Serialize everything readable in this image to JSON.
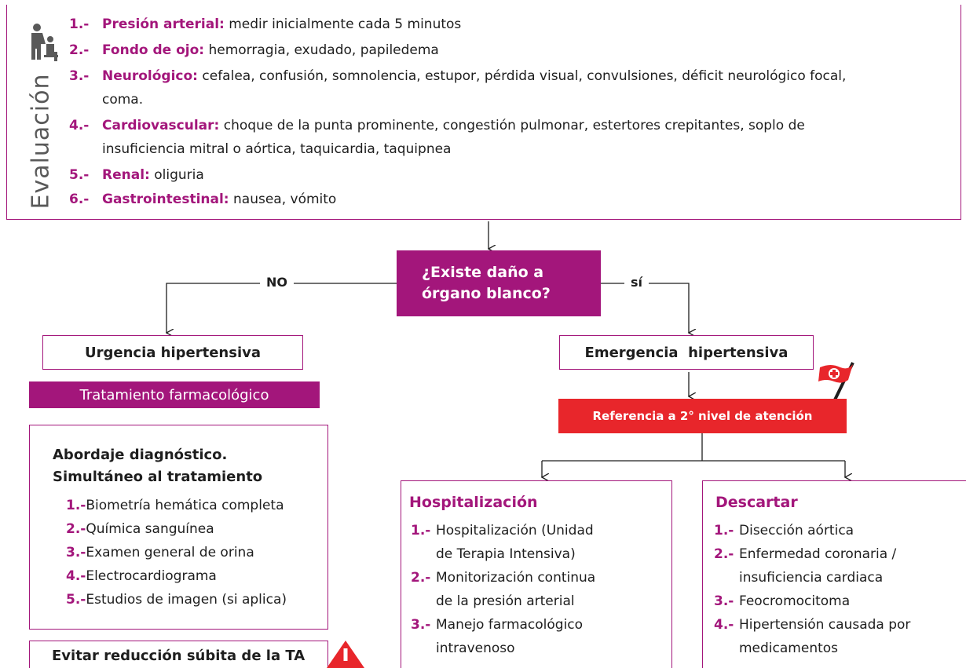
{
  "evaluation": {
    "vertical_label": "Evaluación",
    "items": [
      {
        "num": "1.-",
        "title": "Presión arterial:",
        "text": "medir inicialmente cada 5 minutos"
      },
      {
        "num": "2.-",
        "title": "Fondo de ojo:",
        "text": "hemorragia, exudado, papiledema"
      },
      {
        "num": "3.-",
        "title": "Neurológico:",
        "text": "cefalea, confusión, somnolencia, estupor, pérdida visual, convulsiones, déficit neurológico focal,",
        "cont": "coma."
      },
      {
        "num": "4.-",
        "title": "Cardiovascular:",
        "text": "choque de la punta prominente, congestión pulmonar, estertores crepitantes, soplo de",
        "cont": "insuficiencia mitral o aórtica, taquicardia, taquipnea"
      },
      {
        "num": "5.-",
        "title": "Renal:",
        "text": "oliguria"
      },
      {
        "num": "6.-",
        "title": "Gastrointestinal:",
        "text": "nausea, vómito"
      }
    ]
  },
  "decision": {
    "question_line1": "¿Existe daño a",
    "question_line2": "órgano blanco?",
    "no_label": "NO",
    "yes_label": "sí"
  },
  "left": {
    "urgencia": "Urgencia hipertensiva",
    "tratamiento": "Tratamiento farmacológico",
    "abordaje_title1": "Abordaje diagnóstico.",
    "abordaje_title2": "Simultáneo al tratamiento",
    "abordaje_items": [
      {
        "num": "1.-",
        "text": "Biometría hemática completa"
      },
      {
        "num": "2.-",
        "text": "Química sanguínea"
      },
      {
        "num": "3.-",
        "text": "Examen general de orina"
      },
      {
        "num": "4.-",
        "text": "Electrocardiograma"
      },
      {
        "num": "5.-",
        "text": "Estudios de imagen (si aplica)"
      }
    ],
    "evitar": "Evitar reducción súbita de la TA"
  },
  "right": {
    "emergencia": "Emergencia  hipertensiva",
    "referencia": "Referencia a 2° nivel de atención",
    "hospitalizacion_title": "Hospitalización",
    "hospitalizacion_items": [
      {
        "num": "1.-",
        "line1": "Hospitalización (Unidad",
        "line2": "de Terapia Intensiva)"
      },
      {
        "num": "2.-",
        "line1": "Monitorización continua",
        "line2": "de la presión arterial"
      },
      {
        "num": "3.-",
        "line1": "Manejo farmacológico",
        "line2": "intravenoso"
      }
    ],
    "descartar_title": "Descartar",
    "descartar_items": [
      {
        "num": "1.-",
        "line1": "Disección aórtica",
        "line2": ""
      },
      {
        "num": "2.-",
        "line1": "Enfermedad coronaria /",
        "line2": "insuficiencia cardiaca"
      },
      {
        "num": "3.-",
        "line1": "Feocromocitoma",
        "line2": ""
      },
      {
        "num": "4.-",
        "line1": "Hipertensión causada por",
        "line2": "medicamentos"
      }
    ]
  },
  "colors": {
    "accent": "#a3167b",
    "alert": "#e8262b"
  }
}
